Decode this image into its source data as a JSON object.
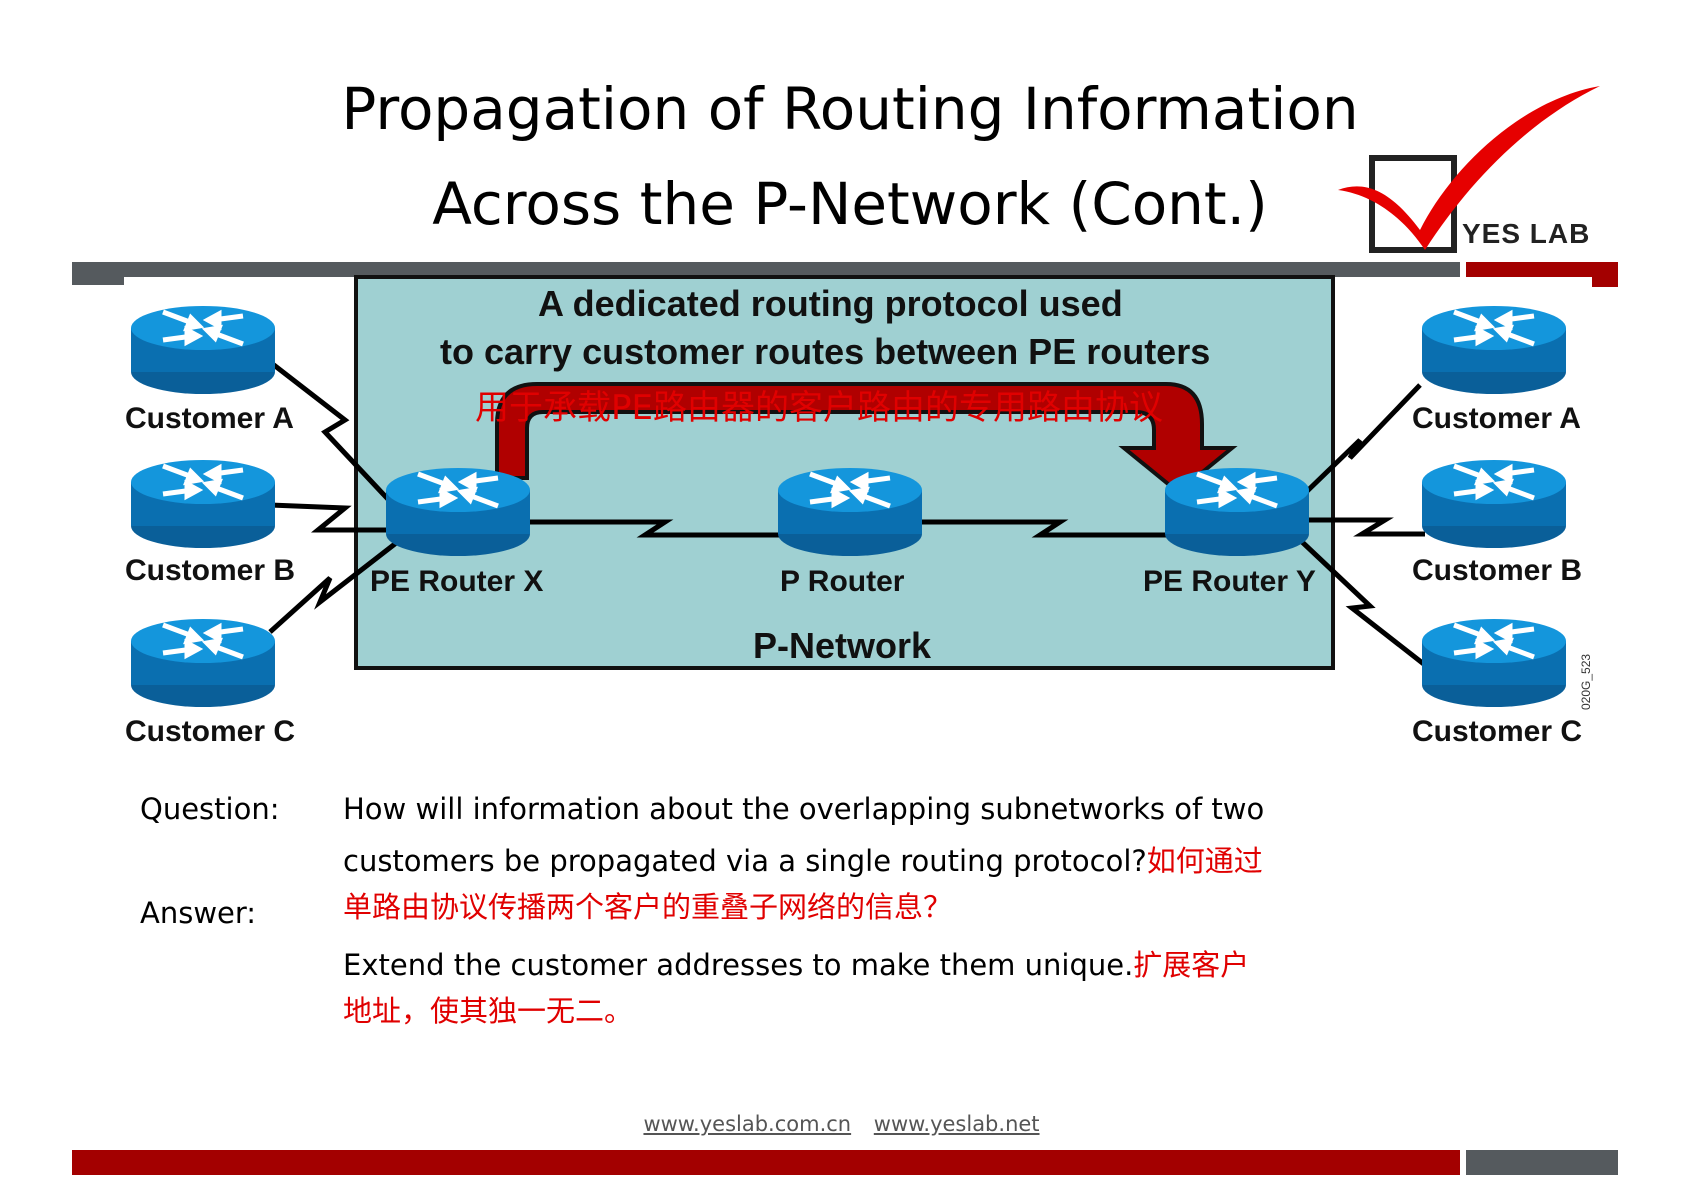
{
  "title": {
    "line1": "Propagation of Routing Information",
    "line2": "Across the P-Network (Cont.)"
  },
  "logo": {
    "text": "YES LAB"
  },
  "diagram": {
    "box_line1": "A dedicated routing protocol used",
    "box_line2": "to carry customer routes between PE routers",
    "box_line3_cn": "用于承载PE路由器的客户路由的专用路由协议",
    "network_label": "P-Network",
    "routers": {
      "pe_x": "PE Router X",
      "p": "P Router",
      "pe_y": "PE Router Y"
    },
    "customers_left": [
      "Customer A",
      "Customer B",
      "Customer C"
    ],
    "customers_right": [
      "Customer A",
      "Customer B",
      "Customer C"
    ],
    "figure_code": "020G_523"
  },
  "qa": {
    "question_label": "Question:",
    "question_en": "How will information about the overlapping subnetworks of two",
    "question_en2": "customers be propagated via a single routing protocol?",
    "question_cn1": "如何通过",
    "question_cn2": "单路由协议传播两个客户的重叠子网络的信息？",
    "answer_label": "Answer:",
    "answer_en": "Extend the customer addresses to make them unique.",
    "answer_cn1": "扩展客户",
    "answer_cn2": "地址，使其独一无二。"
  },
  "footer": {
    "link1": "www.yeslab.com.cn",
    "link2": "www.yeslab.net"
  },
  "colors": {
    "box_fill": "#9fd0d2",
    "router_blue": "#0a7fc4",
    "arrow_red": "#b00000",
    "bar_gray": "#555a5e",
    "bar_red": "#a30000"
  }
}
